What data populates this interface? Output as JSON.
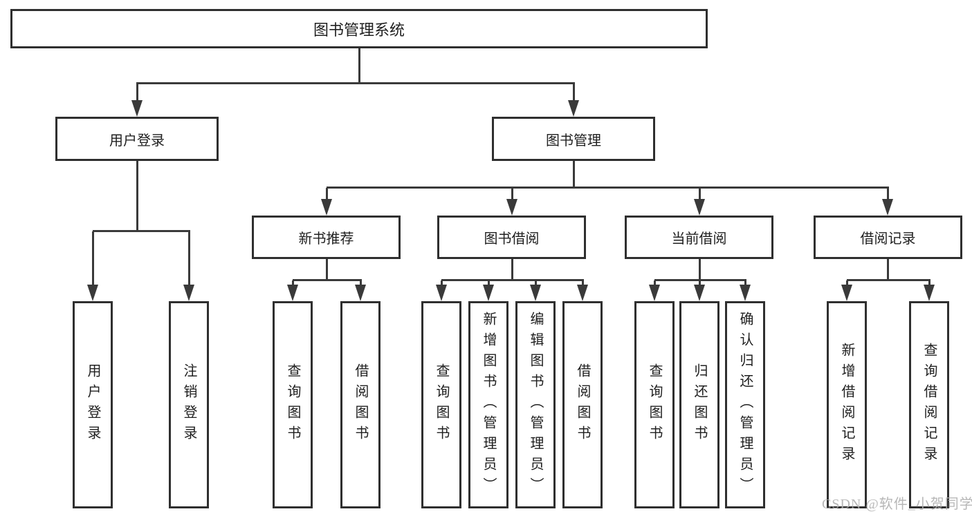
{
  "colors": {
    "line": "#3a3a3a",
    "border": "#2f2f2f",
    "text": "#202020",
    "box_bg": "#ffffff",
    "watermark": "#b0b0b0"
  },
  "nodes": {
    "root": {
      "label": "图书管理系统"
    },
    "level2": [
      {
        "label": "用户登录"
      },
      {
        "label": "图书管理"
      }
    ],
    "level3": [
      {
        "label": "新书推荐"
      },
      {
        "label": "图书借阅"
      },
      {
        "label": "当前借阅"
      },
      {
        "label": "借阅记录"
      }
    ],
    "leaves": [
      {
        "label": "用户登录"
      },
      {
        "label": "注销登录"
      },
      {
        "label": "查询图书"
      },
      {
        "label": "借阅图书"
      },
      {
        "label": "查询图书"
      },
      {
        "label": "新增图书（管理员）"
      },
      {
        "label": "编辑图书（管理员）"
      },
      {
        "label": "借阅图书"
      },
      {
        "label": "查询图书"
      },
      {
        "label": "归还图书"
      },
      {
        "label": "确认归还（管理员）"
      },
      {
        "label": "新增借阅记录"
      },
      {
        "label": "查询借阅记录"
      }
    ]
  },
  "watermark": {
    "text": "CSDN @软件_小贺同学"
  }
}
